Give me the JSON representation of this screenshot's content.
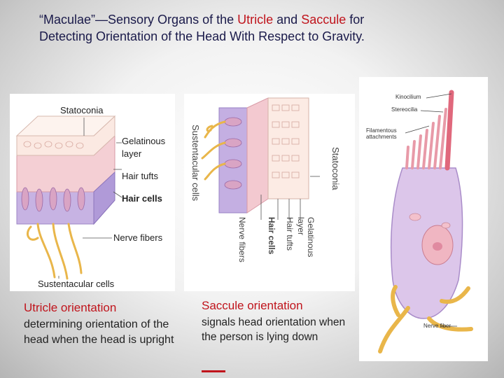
{
  "title": {
    "line1_prefix": "“Maculae”—Sensory Organs of the ",
    "utricle": "Utricle",
    "and": " and ",
    "saccule": "Saccule",
    "line1_suffix": " for",
    "line2": "Detecting Orientation of the Head With Respect to Gravity."
  },
  "utricle_figure": {
    "labels": {
      "statoconia": "Statoconia",
      "gelatinous_1": "Gelatinous",
      "gelatinous_2": "layer",
      "hair_tufts": "Hair tufts",
      "hair_cells": "Hair cells",
      "nerve_fibers": "Nerve fibers",
      "sustentacular": "Sustentacular cells"
    }
  },
  "saccule_figure": {
    "labels": {
      "sustentacular": "Sustentacular cells",
      "statoconia": "Statoconia",
      "gelatinous": "Gelatinous",
      "layer": "layer",
      "hair_tufts": "Hair tufts",
      "hair_cells": "Hair cells",
      "nerve_fibers": "Nerve fibers"
    }
  },
  "hair_cell_figure": {
    "labels": {
      "kinocilium": "Kinocilium",
      "stereocilia": "Stereocilia",
      "filamentous_1": "Filamentous",
      "filamentous_2": "attachments",
      "nerve_fiber": "Nerve fiber"
    }
  },
  "captions": {
    "utricle_heading": "Utricle orientation",
    "utricle_body": "determining orientation of the head when the head is upright",
    "saccule_heading": "Saccule orientation",
    "saccule_body": "signals head orientation when the person is lying down"
  },
  "colors": {
    "accent_red": "#c0141c",
    "title_navy": "#1a1a4a",
    "hair_cell_purple": "#b59bd6",
    "gelatinous_pink": "#f3c6cc",
    "nerve_gold": "#e9b64a"
  }
}
